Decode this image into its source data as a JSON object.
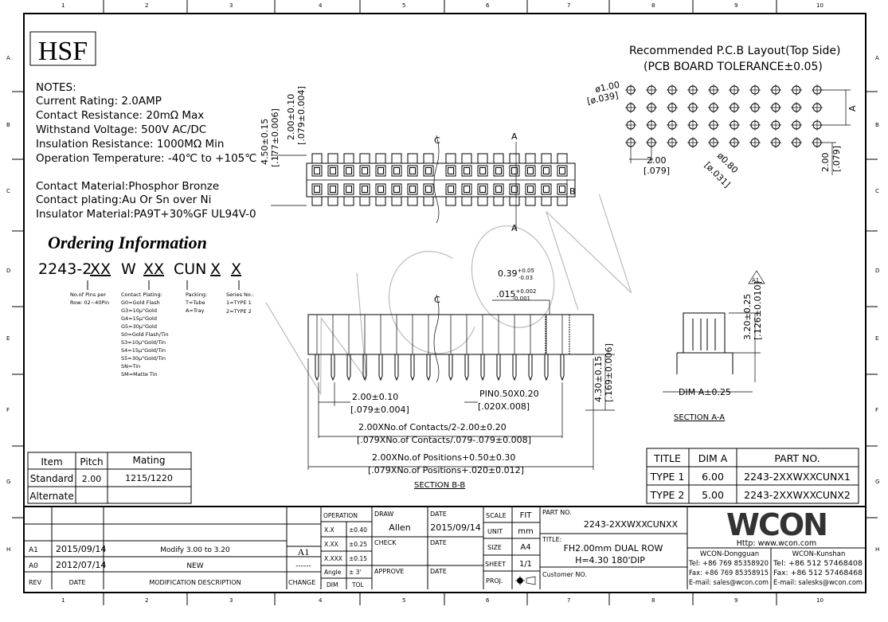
{
  "frame": {
    "columns": [
      "1",
      "2",
      "3",
      "4",
      "5",
      "6",
      "7",
      "8",
      "9",
      "10"
    ],
    "rows": [
      "A",
      "B",
      "C",
      "D",
      "E",
      "F",
      "G",
      "H"
    ]
  },
  "logo_left": "HSF",
  "watermark": "WCON",
  "notes": {
    "title": "NOTES:",
    "lines": [
      "Current Rating: 2.0AMP",
      "Contact Resistance: 20mΩ Max",
      "Withstand Voltage: 500V AC/DC",
      "Insulation Resistance: 1000MΩ Min",
      "Operation Temperature: -40℃ to +105℃"
    ],
    "materials": [
      "Contact Material:Phosphor Bronze",
      "Contact plating:Au Or Sn over Ni",
      "Insulator Material:PA9T+30%GF UL94V-0"
    ]
  },
  "ordering": {
    "title": "Ordering Information",
    "code_parts": [
      "2243-2",
      "XX",
      "W",
      "XX",
      "CUN",
      "X",
      "X"
    ],
    "pins": [
      "No.of Pins per",
      "Row: 02~40Pin"
    ],
    "plating": [
      "Contact Plating:",
      "G0=Gold Flash",
      "G3=10μ\"Gold",
      "G4=15μ\"Gold",
      "G5=30μ\"Gold",
      "S0=Gold Flash/Tin",
      "S3=10μ\"Gold/Tin",
      "S4=15μ\"Gold/Tin",
      "S5=30μ\"Gold/Tin",
      "SN=Tin",
      "SM=Matte Tin"
    ],
    "packing": [
      "Packing:",
      "T=Tube",
      "A=Tray"
    ],
    "series": [
      "Series No.:",
      "1=TYPE 1",
      "2=TYPE 2"
    ]
  },
  "pcb": {
    "title": "Recommended P.C.B Layout(Top Side)",
    "tolerance": "(PCB BOARD TOLERANCE±0.05)",
    "hole_large": "ø1.00",
    "hole_large_in": "[ø.039]",
    "hole_small": "ø0.80",
    "hole_small_in": "[ø.031]",
    "pitch_h": "2.00",
    "pitch_h_in": "[.079]",
    "pitch_v": "2.00",
    "pitch_v_in": "[.079]",
    "dim_a": "A"
  },
  "top_view": {
    "height": "4.50±0.15",
    "height_in": "[.177±0.006]",
    "row_pitch": "2.00±0.10",
    "row_pitch_in": "[.079±0.004]",
    "section_a": "A",
    "section_b": "B",
    "center": "C"
  },
  "side_view": {
    "offset": "0.39",
    "offset_tol_plus": "+0.05",
    "offset_tol_minus": "-0.03",
    "offset_in": ".015",
    "offset_in_plus": "+0.002",
    "offset_in_minus": "-0.001",
    "pitch": "2.00±0.10",
    "pitch_in": "[.079±0.004]",
    "pin": "PIN0.50X0.20",
    "pin_in": "[.020X.008]",
    "tail": "4.30±0.15",
    "tail_in": "[.169±0.006]",
    "span1": "2.00XNo.of Contacts/2-2.00±0.20",
    "span1_in": "[.079XNo.of Contacts/.079-.079±0.008]",
    "span2": "2.00XNo.of Positions+0.50±0.30",
    "span2_in": "[.079XNo.of Positions+.020±0.012]",
    "section_label": "SECTION B-B",
    "center": "C"
  },
  "section_aa": {
    "height": "3.20±0.25",
    "height_in": "[.126±0.010]",
    "dim": "DIM A±0.25",
    "label": "SECTION A-A",
    "rev_mark": "A1"
  },
  "mating_table": {
    "headers": [
      "Item",
      "Pitch",
      "Mating"
    ],
    "rows": [
      [
        "Standard",
        "2.00",
        "1215/1220"
      ],
      [
        "Alternate",
        "",
        ""
      ]
    ]
  },
  "type_table": {
    "headers": [
      "TITLE",
      "DIM A",
      "PART NO."
    ],
    "rows": [
      [
        "TYPE 1",
        "6.00",
        "2243-2XXWXXCUNX1"
      ],
      [
        "TYPE 2",
        "5.00",
        "2243-2XXWXXCUNX2"
      ]
    ]
  },
  "revisions": {
    "headers": [
      "REV",
      "DATE",
      "MODIFICATION DESCRIPTION",
      "CHANGE"
    ],
    "rows": [
      [
        "A1",
        "2015/09/14",
        "Modify 3.00 to 3.20",
        "A1"
      ],
      [
        "A0",
        "2012/07/14",
        "NEW",
        "------"
      ]
    ]
  },
  "tolerances": {
    "header": "OPERATION",
    "rows": [
      [
        "X.X",
        "±0.40"
      ],
      [
        "X.XX",
        "±0.25"
      ],
      [
        "X.XXX",
        "±0.15"
      ],
      [
        "Angle",
        "± 3'"
      ]
    ],
    "footer": [
      "DIM",
      "TOL"
    ]
  },
  "approvals": {
    "draw_label": "DRAW",
    "draw_name": "Allen",
    "date_label": "DATE",
    "draw_date": "2015/09/14",
    "check_label": "CHECK",
    "approve_label": "APPROVE"
  },
  "sheet_info": {
    "scale_label": "SCALE",
    "scale": "FIT",
    "unit_label": "UNIT",
    "unit": "mm",
    "size_label": "SIZE",
    "size": "A4",
    "sheet_label": "SHEET",
    "sheet": "1/1",
    "proj_label": "PROJ."
  },
  "part": {
    "part_no_label": "PART NO.",
    "part_no": "2243-2XXWXXCUNXX",
    "title_label": "TITLE:",
    "title_lines": [
      "FH2.00mm DUAL ROW",
      "H=4.30 180'DIP"
    ],
    "customer_label": "Customer NO."
  },
  "company": {
    "logo": "WCON",
    "website": "Http: www.wcon.com",
    "offices": [
      {
        "name": "WCON-Dongguan",
        "tel": "Tel: +86 769 85358920",
        "fax": "Fax: +86 769 85358915",
        "email": "E-mail: sales@wcon.com"
      },
      {
        "name": "WCON-Kunshan",
        "tel": "Tel: +86 512 57468408",
        "fax": "Fax: +86 512 57468468",
        "email": "E-mail: salesks@wcon.com"
      }
    ]
  }
}
